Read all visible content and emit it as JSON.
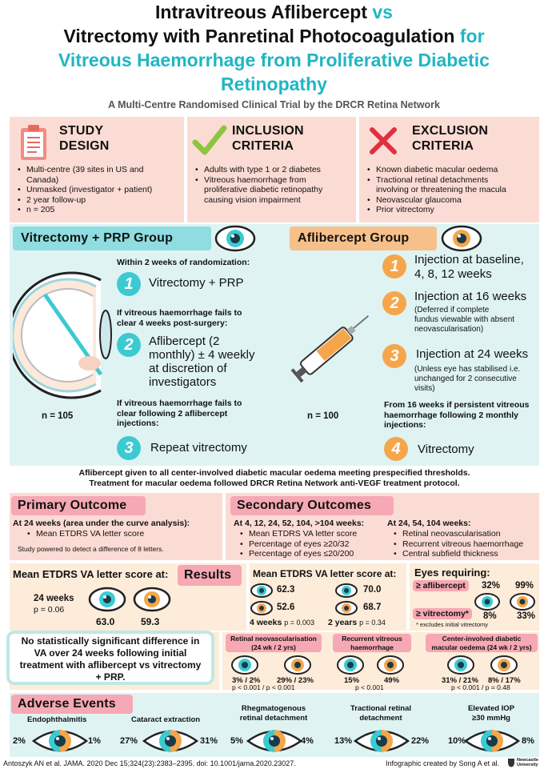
{
  "title": {
    "line1_black": "Intravitreous Aflibercept",
    "line1_teal": "vs",
    "line2_black": "Vitrectomy with Panretinal Photocoagulation",
    "line2_teal": "for",
    "line3": "Vitreous Haemorrhage from Proliferative Diabetic",
    "line4": "Retinopathy",
    "subtitle": "A Multi-Centre Randomised Clinical Trial by the DRCR Retina Network"
  },
  "colors": {
    "teal": "#3ccad2",
    "orange": "#f5a64b",
    "pink": "#fbdcd4",
    "light_teal": "#dff3f3"
  },
  "study_design": {
    "header1": "STUDY",
    "header2": "DESIGN",
    "icon": "clipboard-icon",
    "items": [
      "Multi-centre (39 sites in US and",
      "Canada)",
      "Unmasked (investigator + patient)",
      "2 year follow-up",
      "n = 205"
    ]
  },
  "inclusion": {
    "header1": "INCLUSION",
    "header2": "CRITERIA",
    "icon": "checkmark-icon",
    "items": [
      "Adults with type 1 or 2 diabetes",
      "Vitreous haemorrhage from",
      "proliferative diabetic retinopathy",
      "causing vision impairment"
    ]
  },
  "exclusion": {
    "header1": "EXCLUSION",
    "header2": "CRITERIA",
    "icon": "cross-icon",
    "items": [
      "Known diabetic macular oedema",
      "Tractional retinal detachments",
      "involving or threatening the macula",
      "Neovascular glaucoma",
      "Prior vitrectomy"
    ]
  },
  "vitrectomy_group": {
    "title": "Vitrectomy + PRP Group",
    "n": "n = 105",
    "intro": "Within 2 weeks of randomization:",
    "step1_num": "1",
    "step1": "Vitrectomy + PRP",
    "cond2a": "If vitreous haemorrhage fails to",
    "cond2b": "clear 4 weeks post-surgery:",
    "step2_num": "2",
    "step2a": "Aflibercept (2",
    "step2b": "monthly) ± 4 weekly",
    "step2c": "at discretion of",
    "step2d": "investigators",
    "cond3a": "If vitreous haemorrhage fails to",
    "cond3b": "clear following 2 aflibercept",
    "cond3c": "injections:",
    "step3_num": "3",
    "step3": "Repeat vitrectomy"
  },
  "aflibercept_group": {
    "title": "Aflibercept Group",
    "n": "n = 100",
    "s1_num": "1",
    "s1a": "Injection at baseline,",
    "s1b": "4, 8, 12 weeks",
    "s2_num": "2",
    "s2": "Injection at 16 weeks",
    "s2n1": "(Deferred if complete",
    "s2n2": "fundus viewable with absent",
    "s2n3": "neovascularisation)",
    "s3_num": "3",
    "s3": "Injection at 24 weeks",
    "s3n1": "(Unless eye has stabilised i.e.",
    "s3n2": "unchanged for 2 consecutive",
    "s3n3": "visits)",
    "cond4a": "From 16 weeks if persistent vitreous",
    "cond4b": "haemorrhage following 2 monthly",
    "cond4c": "injections:",
    "s4_num": "4",
    "s4": "Vitrectomy"
  },
  "note": {
    "line1": "Aflibercept given to all center-involved diabetic macular oedema meeting prespecified thresholds.",
    "line2": "Treatment for macular oedema followed DRCR Retina Network anti-VEGF treatment protocol."
  },
  "primary": {
    "title": "Primary Outcome",
    "lead": "At 24 weeks (area under the curve analysis):",
    "item": "Mean ETDRS VA letter score",
    "note": "Study powered to detect a difference of 8 letters."
  },
  "secondary": {
    "title": "Secondary Outcomes",
    "lead1": "At 4, 12, 24, 52, 104, >104 weeks:",
    "items1": [
      "Mean ETDRS VA letter score",
      "Percentage of eyes ≥20/32",
      "Percentage of eyes ≤20/200"
    ],
    "lead2": "At 24, 54, 104 weeks:",
    "items2": [
      "Retinal neovascularisation",
      "Recurrent vitreous haemorrhage",
      "Central subfield thickness"
    ]
  },
  "results": {
    "label": "Results",
    "mean_title": "Mean ETDRS VA letter score at:",
    "w24": "24 weeks",
    "w24_p": "p = 0.06",
    "w24_v": "63.0",
    "w24_a": "59.3",
    "mean_title2": "Mean ETDRS VA letter score at:",
    "w4_v": "62.3",
    "w4_a": "52.6",
    "w4_label": "4 weeks",
    "w4_p": "p = 0.003",
    "y2_v": "70.0",
    "y2_a": "68.7",
    "y2_label": "2 years",
    "y2_p": "p = 0.34",
    "eyes_title": "Eyes requiring:",
    "req_afl": "≥ aflibercept",
    "req_afl_v": "32%",
    "req_afl_a": "99%",
    "req_vit": "≥ vitrectomy*",
    "req_vit_v": "8%",
    "req_vit_a": "33%",
    "req_note": "* excludes initial vitrectomy",
    "conclusion1": "No statistically significant difference in",
    "conclusion2": "VA over 24 weeks following initial",
    "conclusion3": "treatment with aflibercept vs vitrectomy",
    "conclusion4": "+ PRP.",
    "neo_t1": "Retinal neovascularisation",
    "neo_t2": "(24 wk / 2 yrs)",
    "neo_v": "3% / 2%",
    "neo_a": "29% / 23%",
    "neo_p": "p < 0.001 / p < 0.001",
    "rvh_t1": "Recurrent vitreous",
    "rvh_t2": "haemorrhage",
    "rvh_v": "15%",
    "rvh_a": "49%",
    "rvh_p": "p < 0.001",
    "dmo_t1": "Center-involved diabetic",
    "dmo_t2": "macular oedema (24 wk / 2 yrs)",
    "dmo_v": "31% / 21%",
    "dmo_a": "8% / 17%",
    "dmo_p": "p < 0.001 / p = 0.48"
  },
  "adverse": {
    "title": "Adverse Events",
    "endo": "Endophthalmitis",
    "endo_v": "2%",
    "endo_a": "1%",
    "cat": "Cataract extraction",
    "cat_v": "27%",
    "cat_a": "31%",
    "rrd1": "Rhegmatogenous",
    "rrd2": "retinal detachment",
    "rrd_v": "5%",
    "rrd_a": "4%",
    "trd1": "Tractional retinal",
    "trd2": "detachment",
    "trd_v": "13%",
    "trd_a": "22%",
    "iop1": "Elevated IOP",
    "iop2": "≥30 mmHg",
    "iop_v": "10%",
    "iop_a": "8%"
  },
  "footer": {
    "citation": "Antoszyk AN et al. JAMA. 2020 Dec 15;324(23):2383–2395. doi: 10.1001/jama.2020.23027.",
    "credit": "Infographic created by Song A et al.",
    "logo_text1": "Newcastle",
    "logo_text2": "University"
  }
}
